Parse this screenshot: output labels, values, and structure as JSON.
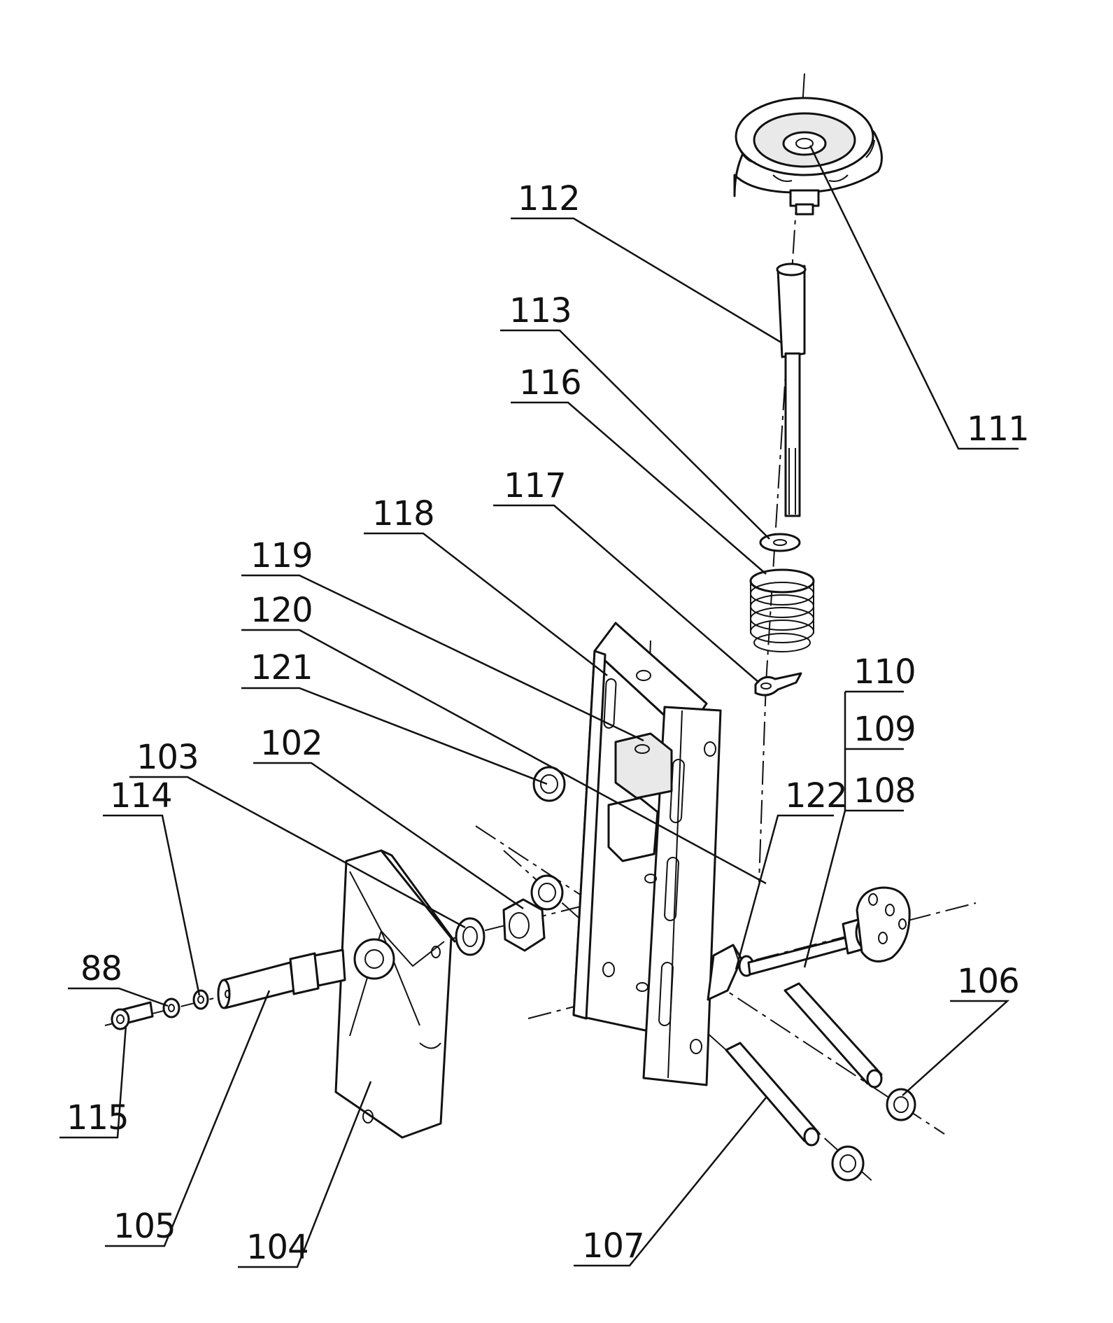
{
  "labels": {
    "l88": "88",
    "l102": "102",
    "l103": "103",
    "l104": "104",
    "l105": "105",
    "l106": "106",
    "l107": "107",
    "l108": "108",
    "l109": "109",
    "l110": "110",
    "l111": "111",
    "l112": "112",
    "l113": "113",
    "l114": "114",
    "l115": "115",
    "l116": "116",
    "l117": "117",
    "l118": "118",
    "l119": "119",
    "l120": "120",
    "l121": "121",
    "l122": "122"
  },
  "colors": {
    "line": "#111111",
    "background": "#ffffff",
    "shade": "#e9e9e9"
  }
}
